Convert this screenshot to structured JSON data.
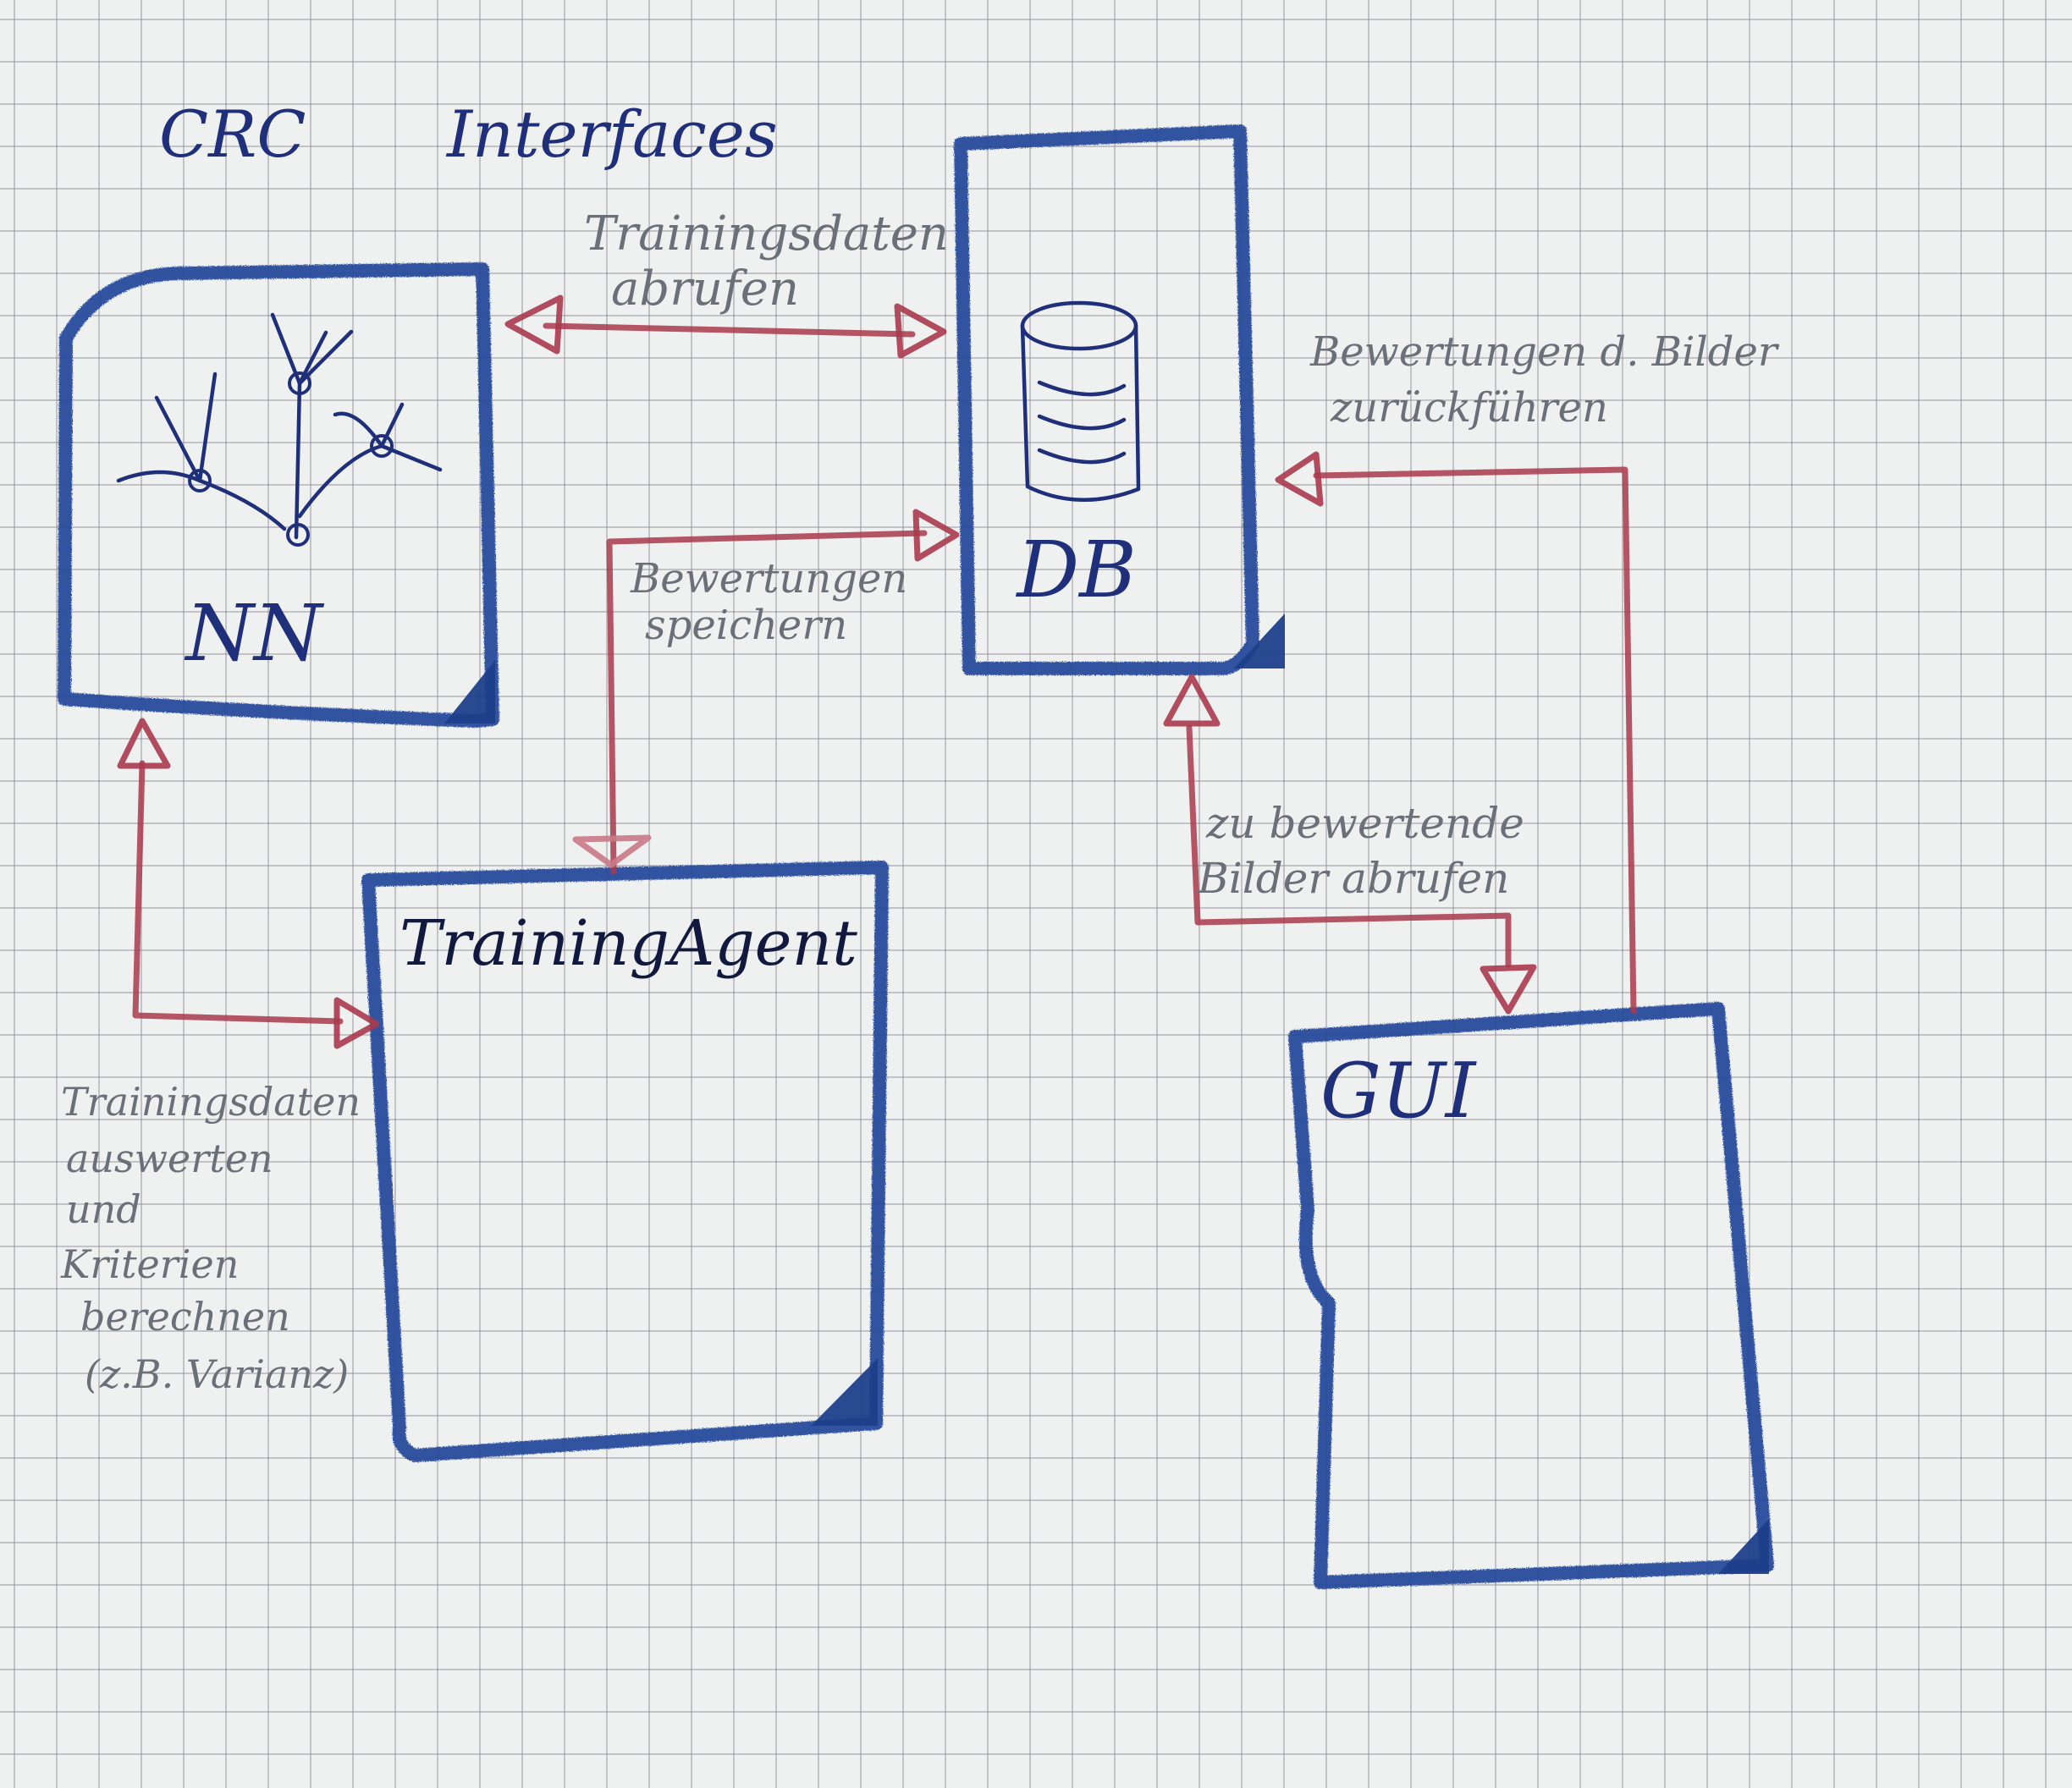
{
  "title": {
    "crc": "CRC",
    "interfaces": "Interfaces"
  },
  "colors": {
    "ink_blue": "#1f2f7a",
    "pencil_blue": "#23469a",
    "pencil_red": "#a83a4c",
    "graphite": "#6b6f78",
    "paper": "#eff1f0"
  },
  "boxes": {
    "nn": {
      "label": "NN",
      "icon": "neural-network-icon"
    },
    "db": {
      "label": "DB",
      "icon": "database-icon"
    },
    "training_agent": {
      "label": "TrainingAgent"
    },
    "gui": {
      "label": "GUI"
    }
  },
  "connections": {
    "nn_db": {
      "line1": "Trainingsdaten",
      "line2": "abrufen"
    },
    "agent_db": {
      "line1": "Bewertungen",
      "line2": "speichern"
    },
    "gui_db_return": {
      "line1": "Bewertungen d. Bilder",
      "line2": "zurückführen"
    },
    "db_gui": {
      "line1": "zu bewertende",
      "line2": "Bilder abrufen"
    },
    "nn_agent": {
      "line1": "Trainingsdaten",
      "line2": "auswerten",
      "line3": "und",
      "line4": "Kriterien",
      "line5": "berechnen",
      "line6": "(z.B. Varianz)"
    }
  }
}
